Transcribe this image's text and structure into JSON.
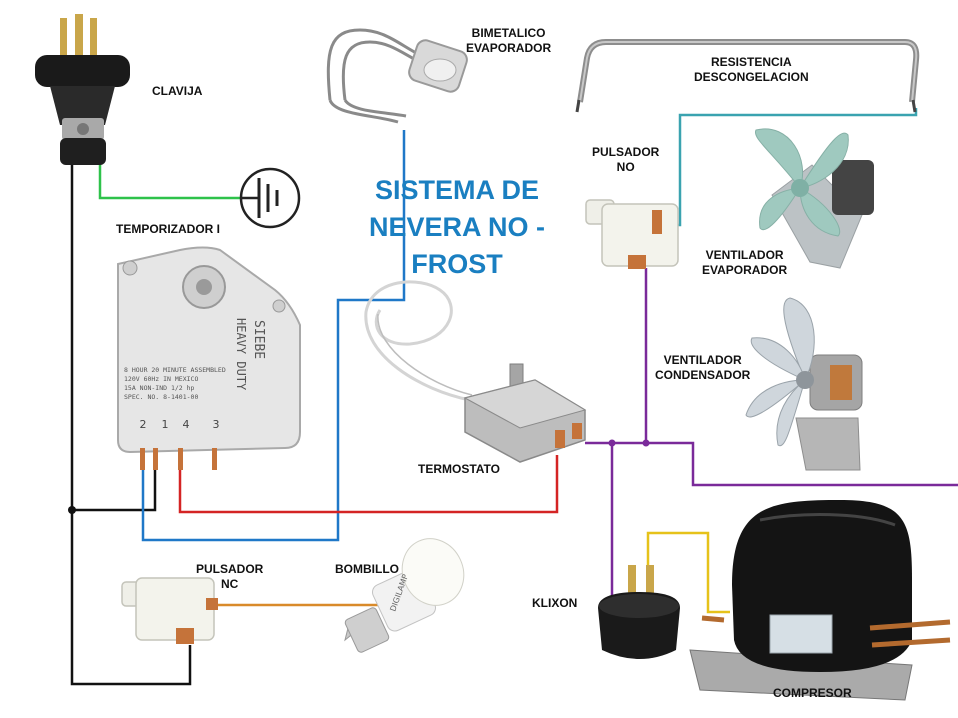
{
  "title": {
    "line1": "SISTEMA DE",
    "line2": "NEVERA NO -",
    "line3": "FROST"
  },
  "labels": {
    "clavija": "CLAVIJA",
    "bimetalico": [
      "BIMETALICO",
      "EVAPORADOR"
    ],
    "resistencia": [
      "RESISTENCIA",
      "DESCONGELACION"
    ],
    "temporizador": "TEMPORIZADOR I",
    "pulsador_no": [
      "PULSADOR",
      "NO"
    ],
    "ventilador_evaporador": [
      "VENTILADOR",
      "EVAPORADOR"
    ],
    "ventilador_condensador": [
      "VENTILADOR",
      "CONDENSADOR"
    ],
    "termostato": "TERMOSTATO",
    "pulsador_nc": [
      "PULSADOR",
      "NC"
    ],
    "bombillo": "BOMBILLO",
    "klixon": "KLIXON",
    "compresor": "COMPRESOR"
  },
  "timer_face": {
    "brand": "SIEBE",
    "model": "HEAVY DUTY",
    "text_lines": [
      "8 HOUR 20 MINUTE  ASSEMBLED",
      "120V 60Hz         IN MEXICO",
      "15A NON-IND 1/2 hp",
      "SPEC. NO. 8-1401-00"
    ],
    "terminals": [
      "2",
      "1",
      "4",
      "3"
    ]
  },
  "bulb_text": "DIGILAMP",
  "colors": {
    "title": "#1a7fc1",
    "wire_black": "#111111",
    "wire_green": "#2ec24a",
    "wire_blue": "#1f78c8",
    "wire_red": "#d42424",
    "wire_purple": "#7a2a9a",
    "wire_teal": "#3aa3b0",
    "wire_orange": "#d98a2a",
    "wire_yellow": "#e6c21a"
  },
  "icons": [
    "plug-icon",
    "ground-symbol-icon",
    "bimetal-icon",
    "heater-icon",
    "timer-icon",
    "push-button-icon",
    "fan-icon",
    "thermostat-icon",
    "bulb-icon",
    "klixon-icon",
    "compressor-icon"
  ]
}
